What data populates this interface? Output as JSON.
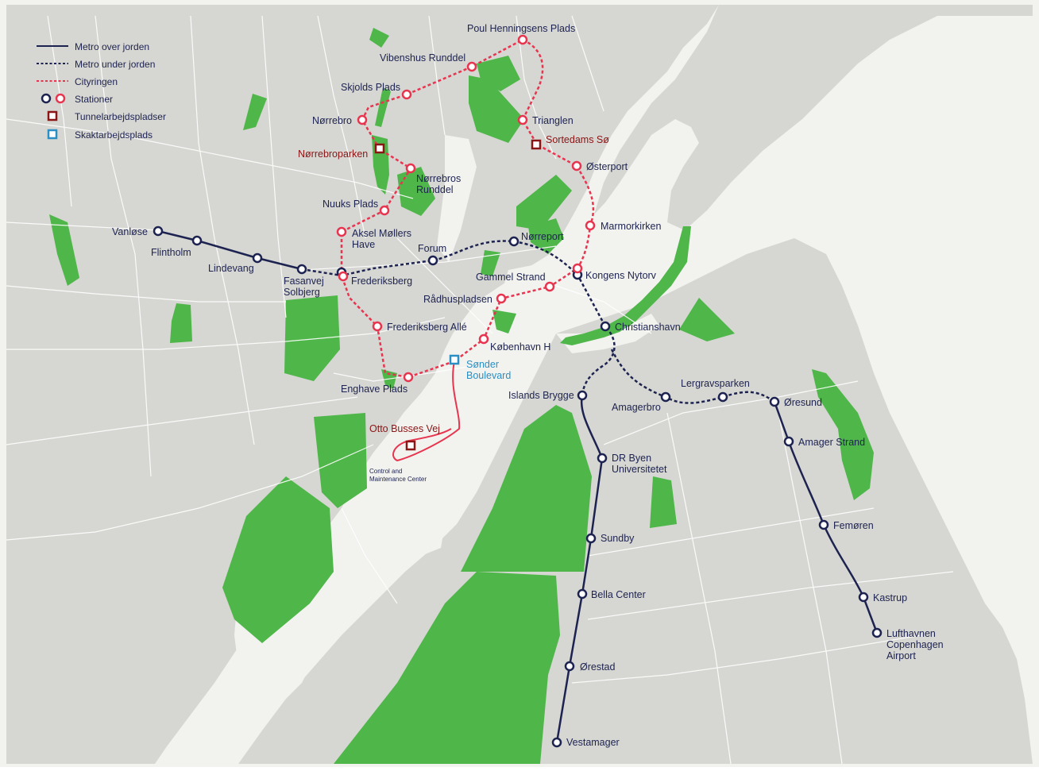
{
  "colors": {
    "land": "#d6d6d2",
    "land_edge": "#c9c9c4",
    "water": "#f2f2ef",
    "park": "#4fb64a",
    "road": "#ffffff",
    "metro_line": "#1d2350",
    "cityring": "#e8354f",
    "tunnel_site": "#8b1414",
    "shaft_site": "#2a8fc4",
    "label": "#1d2350"
  },
  "legend": {
    "metro_above": "Metro over jorden",
    "metro_below": "Metro under jorden",
    "cityring": "Cityringen",
    "stations": "Stationer",
    "tunnel_sites": "Tunnelarbejdspladser",
    "shaft_sites": "Skaktarbejdsplads"
  },
  "stations": {
    "vanlose": "Vanløse",
    "flintholm": "Flintholm",
    "lindevang": "Lindevang",
    "fasanvej_1": "Fasanvej",
    "fasanvej_2": "Solbjerg",
    "frederiksberg": "Frederiksberg",
    "forum": "Forum",
    "norreport": "Nørreport",
    "kongens_nytorv": "Kongens Nytorv",
    "christianshavn": "Christianshavn",
    "islands_brygge": "Islands Brygge",
    "dr_byen_1": "DR Byen",
    "dr_byen_2": "Universitetet",
    "sundby": "Sundby",
    "bella_center": "Bella Center",
    "orestad": "Ørestad",
    "vestamager": "Vestamager",
    "amagerbro": "Amagerbro",
    "lergravsparken": "Lergravsparken",
    "oresund": "Øresund",
    "amager_strand": "Amager Strand",
    "femoren": "Femøren",
    "kastrup": "Kastrup",
    "lufthavnen_1": "Lufthavnen",
    "lufthavnen_2": "Copenhagen",
    "lufthavnen_3": "Airport",
    "poul_henningsens_plads": "Poul Henningsens Plads",
    "vibenshus_runddel": "Vibenshus Runddel",
    "skjolds_plads": "Skjolds Plads",
    "norrebro": "Nørrebro",
    "norrebros_runddel_1": "Nørrebros",
    "norrebros_runddel_2": "Runddel",
    "nuuks_plads": "Nuuks Plads",
    "aksel_mollers_have_1": "Aksel Møllers",
    "aksel_mollers_have_2": "Have",
    "frederiksberg_alle": "Frederiksberg Allé",
    "enghave_plads": "Enghave Plads",
    "kobenhavn_h": "København H",
    "radhuspladsen": "Rådhuspladsen",
    "gammel_strand": "Gammel Strand",
    "marmorkirken": "Marmorkirken",
    "osterport": "Østerport",
    "trianglen": "Trianglen"
  },
  "work_sites": {
    "norrebroparken": "Nørrebroparken",
    "sortedams_so": "Sortedams Sø",
    "otto_busses_vej": "Otto Busses Vej",
    "sonder_boulevard_1": "Sønder",
    "sonder_boulevard_2": "Boulevard"
  },
  "control_center": {
    "line1": "Control and",
    "line2": "Maintenance Center"
  }
}
